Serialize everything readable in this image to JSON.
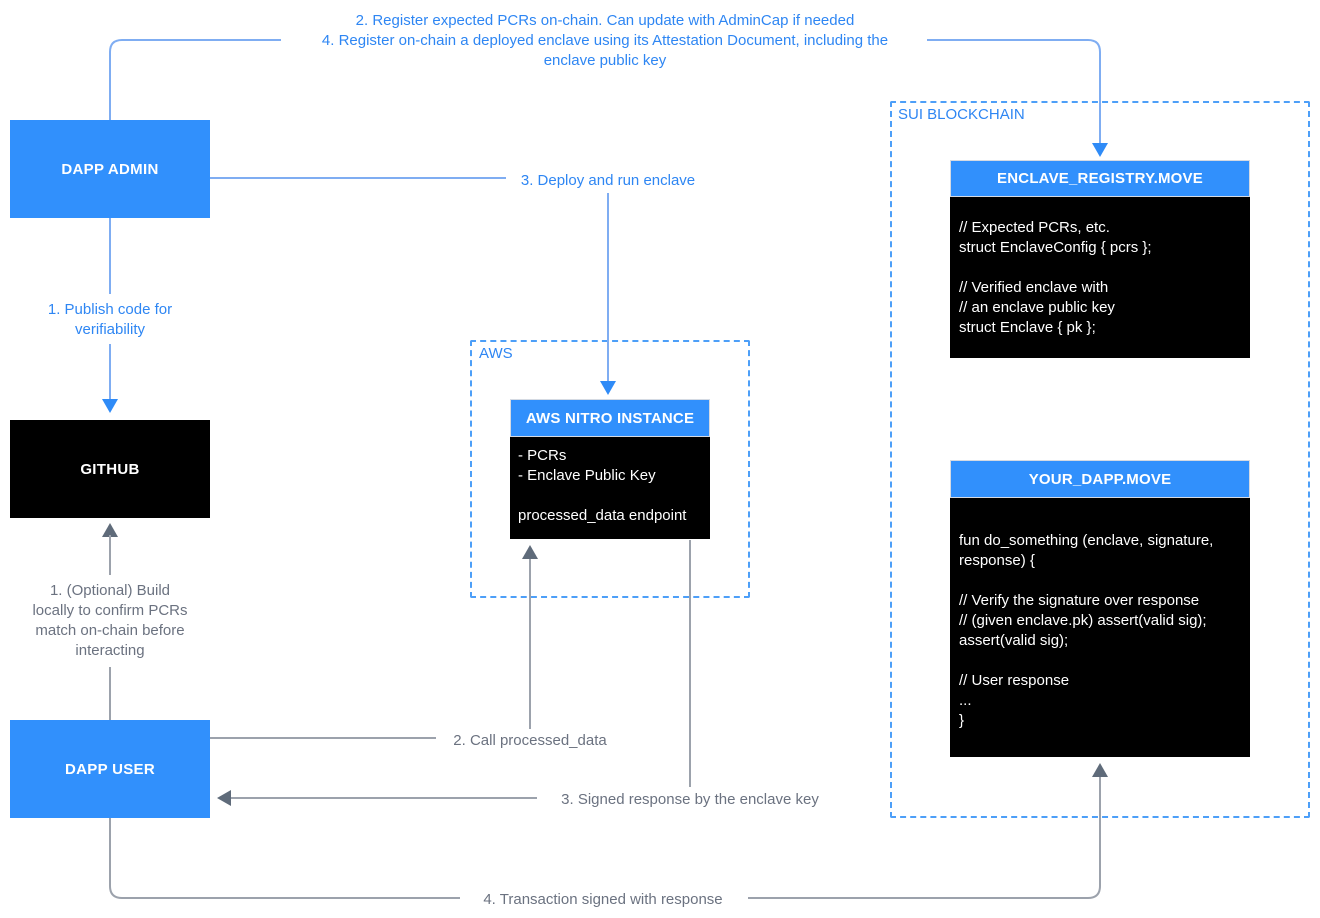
{
  "colors": {
    "box_blue": "#3190FC",
    "box_black": "#000000",
    "line_blue": "#7FADF2",
    "arrow_blue": "#2F8BF7",
    "line_gray": "#9CA2AC",
    "arrow_gray": "#5F6B7A",
    "label_blue": "#2E86F3",
    "label_gray": "#6B7280",
    "dashed_border_blue": "#4D9FF8"
  },
  "regions": {
    "aws": {
      "label": "AWS"
    },
    "sui": {
      "label": "SUI BLOCKCHAIN"
    }
  },
  "nodes": {
    "dapp_admin": {
      "label": "DAPP ADMIN"
    },
    "github": {
      "label": "GITHUB"
    },
    "dapp_user": {
      "label": "DAPP USER"
    },
    "aws_nitro": {
      "title": "AWS NITRO INSTANCE",
      "body": [
        "- PCRs",
        "- Enclave Public Key",
        "",
        "processed_data endpoint"
      ]
    },
    "enclave_registry": {
      "title": "ENCLAVE_REGISTRY.MOVE",
      "code": [
        "// Expected PCRs, etc.",
        "struct EnclaveConfig { pcrs };",
        "",
        "// Verified enclave with",
        "// an enclave public key",
        "struct Enclave { pk };"
      ]
    },
    "your_dapp": {
      "title": "YOUR_DAPP.MOVE",
      "code": [
        "fun do_something (enclave, signature,",
        "response) {",
        "",
        "// Verify the signature over response",
        "// (given enclave.pk) assert(valid sig);",
        "assert(valid sig);",
        "",
        "// User response",
        "...",
        "}"
      ]
    }
  },
  "edges": {
    "register_pcrs": {
      "label": "2. Register expected PCRs on-chain. Can update with AdminCap if needed"
    },
    "register_enclave": {
      "label": [
        "4. Register on-chain a deployed enclave using its Attestation Document, including the",
        "enclave public key"
      ]
    },
    "publish_code": {
      "label": [
        "1. Publish code for",
        "verifiability"
      ]
    },
    "deploy_enclave": {
      "label": "3. Deploy and run enclave"
    },
    "optional_build": {
      "label": [
        "1. (Optional) Build",
        "locally to confirm PCRs",
        "match on-chain before",
        "interacting"
      ]
    },
    "call_processed_data": {
      "label": "2. Call processed_data"
    },
    "signed_response": {
      "label": "3. Signed response by the enclave key"
    },
    "transaction_signed": {
      "label": "4. Transaction signed with response"
    }
  }
}
